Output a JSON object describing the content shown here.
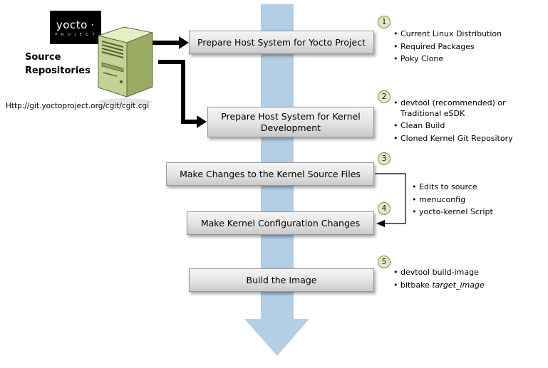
{
  "branding": {
    "logo_text": "yocto",
    "logo_dot": "·",
    "logo_sub": "P R O J E C T",
    "source_label_line1": "Source",
    "source_label_line2": "Repositories",
    "repo_url": "Http://git.yoctoproject.org/cgit/cgit.cgi"
  },
  "steps": [
    {
      "num": "1",
      "label": "Prepare Host System for Yocto Project",
      "bullets": [
        "Current Linux Distribution",
        "Required Packages",
        "Poky Clone"
      ]
    },
    {
      "num": "2",
      "label": "Prepare Host System for Kernel Development",
      "bullets": [
        "devtool (recommended) or Traditional eSDK",
        "Clean Build",
        "Cloned Kernel Git Repository"
      ]
    },
    {
      "num": "3",
      "label": "Make Changes to the Kernel Source Files",
      "bullets": []
    },
    {
      "num": "4",
      "label": "Make Kernel Configuration Changes",
      "bullets": []
    },
    {
      "num": "5",
      "label": "Build the Image",
      "bullets": [
        "devtool build-image"
      ],
      "bullet2": {
        "prefix": "bitbake ",
        "italic": "target_image"
      }
    }
  ],
  "shared_bullets_3_4": [
    "Edits to source",
    "menuconfig",
    "yocto-kernel Script"
  ],
  "colors": {
    "flow_arrow": "#b3cfe6",
    "connector": "#000000",
    "box_border": "#989898",
    "circle_fill": "#e0e9c6",
    "circle_border": "#7c8f4e",
    "server_front": "#c3d395",
    "server_side": "#9aab63",
    "server_top": "#e6eec6"
  }
}
